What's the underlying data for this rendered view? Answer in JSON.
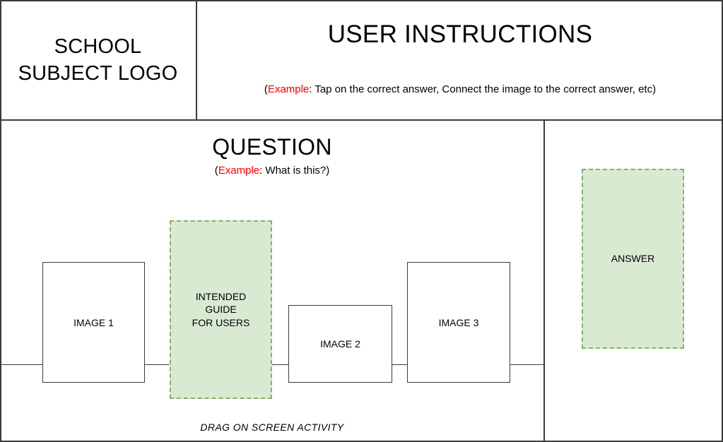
{
  "header": {
    "logo": {
      "label": "SCHOOL\nSUBJECT LOGO"
    },
    "instructions": {
      "title": "USER INSTRUCTIONS",
      "example_open": "(",
      "example_keyword": "Example",
      "example_text": ": Tap on the correct answer, Connect the image to the correct answer, etc)"
    }
  },
  "main": {
    "question": {
      "title": "QUESTION",
      "example_open": "(",
      "example_keyword": "Example",
      "example_text": ": What is this?)"
    },
    "image_boxes": [
      {
        "label": "IMAGE 1"
      },
      {
        "label": "IMAGE 2"
      },
      {
        "label": "IMAGE 3"
      }
    ],
    "guide_box": {
      "label": "INTENDED\nGUIDE\nFOR USERS"
    },
    "activity_caption": "DRAG ON SCREEN ACTIVITY"
  },
  "answer_panel": {
    "answer_box": {
      "label": "ANSWER"
    }
  },
  "colors": {
    "line": "#3b3b3b",
    "highlight_fill": "#d9ead3",
    "highlight_border": "#82b366",
    "accent_red": "#ff0000"
  }
}
